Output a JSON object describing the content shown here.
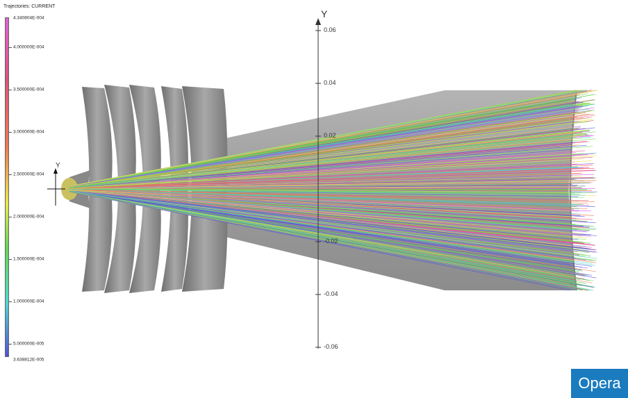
{
  "colorbar": {
    "title": "Trajectories: CURRENT",
    "max_label": "4.340804E-004",
    "min_label": "3.638812E-005",
    "ticks": [
      {
        "value": 0.0004,
        "label": "4.000000E-004"
      },
      {
        "value": 0.00035,
        "label": "3.500000E-004"
      },
      {
        "value": 0.0003,
        "label": "3.000000E-004"
      },
      {
        "value": 0.00025,
        "label": "2.500000E-004"
      },
      {
        "value": 0.0002,
        "label": "2.000000E-004"
      },
      {
        "value": 0.00015,
        "label": "1.500000E-004"
      },
      {
        "value": 0.0001,
        "label": "1.000000E-004"
      },
      {
        "value": 5e-05,
        "label": "5.000000E-005"
      }
    ]
  },
  "axis": {
    "title": "Y",
    "tick_labels": [
      "0.06",
      "0.04",
      "0.02",
      "-0.02",
      "-0.04",
      "-0.06"
    ],
    "range": [
      -0.06,
      0.06
    ]
  },
  "triad": {
    "axis_label": "Y"
  },
  "logo": {
    "text": "Opera"
  },
  "colors": {
    "background": "#ffffff",
    "geometry": "#9a9a9a",
    "logo_bg": "#1a7bbf"
  }
}
